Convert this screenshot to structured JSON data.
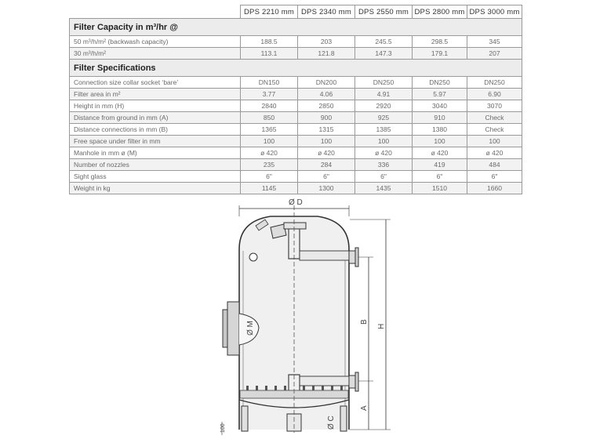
{
  "table": {
    "models": [
      "DPS 2210 mm",
      "DPS 2340 mm",
      "DPS 2550 mm",
      "DPS 2800 mm",
      "DPS 3000 mm"
    ],
    "capacity_title": "Filter Capacity in m³/hr @",
    "capacity_rows": [
      {
        "label": "50 m³/h/m² (backwash capacity)",
        "values": [
          "188.5",
          "203",
          "245.5",
          "298.5",
          "345"
        ]
      },
      {
        "label": "30 m³/h/m²",
        "values": [
          "113.1",
          "121.8",
          "147.3",
          "179.1",
          "207"
        ]
      }
    ],
    "spec_title": "Filter Specifications",
    "spec_rows": [
      {
        "label": "Connection size collar socket ‘bare’",
        "values": [
          "DN150",
          "DN200",
          "DN250",
          "DN250",
          "DN250"
        ]
      },
      {
        "label": "Filter area in m²",
        "values": [
          "3.77",
          "4.06",
          "4.91",
          "5.97",
          "6.90"
        ]
      },
      {
        "label": "Height in mm (H)",
        "values": [
          "2840",
          "2850",
          "2920",
          "3040",
          "3070"
        ]
      },
      {
        "label": "Distance from ground in mm (A)",
        "values": [
          "850",
          "900",
          "925",
          "910",
          "Check"
        ]
      },
      {
        "label": "Distance connections in mm (B)",
        "values": [
          "1365",
          "1315",
          "1385",
          "1380",
          "Check"
        ]
      },
      {
        "label": "Free space under filter in mm",
        "values": [
          "100",
          "100",
          "100",
          "100",
          "100"
        ]
      },
      {
        "label": "Manhole in mm ø (M)",
        "values": [
          "ø 420",
          "ø 420",
          "ø 420",
          "ø 420",
          "ø 420"
        ]
      },
      {
        "label": "Number of nozzles",
        "values": [
          "235",
          "284",
          "336",
          "419",
          "484"
        ]
      },
      {
        "label": "Sight glass",
        "values": [
          "6\"",
          "6\"",
          "6\"",
          "6\"",
          "6\""
        ]
      },
      {
        "label": "Weight in kg",
        "values": [
          "1145",
          "1300",
          "1435",
          "1510",
          "1660"
        ]
      }
    ]
  },
  "drawing": {
    "label_diameter": "Ø D",
    "label_manhole": "Ø M",
    "label_height": "H",
    "label_b": "B",
    "label_a": "A",
    "label_oc": "Ø C",
    "label_free_space": "100"
  }
}
